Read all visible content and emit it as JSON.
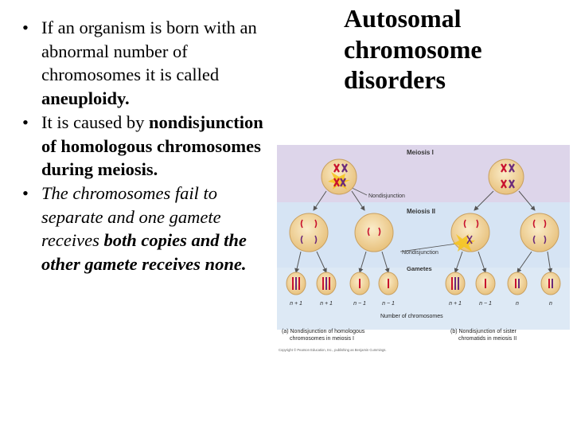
{
  "slide": {
    "title": "Autosomal chromosome disorders",
    "bullets": [
      {
        "segments": [
          {
            "text": "If an organism is born with an abnormal number of chromosomes it is called ",
            "bold": false,
            "italic": false
          },
          {
            "text": "aneuploidy.",
            "bold": true,
            "italic": false
          }
        ]
      },
      {
        "segments": [
          {
            "text": "It is caused by ",
            "bold": false,
            "italic": false
          },
          {
            "text": "nondisjunction of homologous chromosomes during meiosis.",
            "bold": true,
            "italic": false
          }
        ]
      },
      {
        "segments": [
          {
            "text": "The chromosomes fail to separate and one gamete receives ",
            "bold": false,
            "italic": true
          },
          {
            "text": "both copies and the other gamete receives none.",
            "bold": true,
            "italic": true
          }
        ]
      }
    ]
  },
  "figure": {
    "meiosis1_label": "Meiosis I",
    "meiosis2_label": "Meiosis II",
    "nondisjunction_label_1": "Nondisjunction",
    "nondisjunction_label_2": "Nondisjunction",
    "gametes_label": "Gametes",
    "number_of_chromosomes_label": "Number of chromosomes",
    "gamete_counts": [
      "n + 1",
      "n + 1",
      "n − 1",
      "n − 1",
      "n + 1",
      "n − 1",
      "n",
      "n"
    ],
    "caption_a_line1": "(a) Nondisjunction of homologous",
    "caption_a_line2": "chromosomes in meiosis I",
    "caption_b_line1": "(b) Nondisjunction of sister",
    "caption_b_line2": "chromatids in meiosis II",
    "copyright": "Copyright © Pearson Education, Inc., publishing as Benjamin Cummings.",
    "colors": {
      "meiosis1_band": "#ddd5ea",
      "meiosis2_band": "#d6e4f4",
      "cell_fill": "#f3d9a3",
      "chromosome_red": "#c8102e",
      "chromosome_purple": "#6b2a7a",
      "burst": "#f6c41a",
      "arrow": "#555555"
    }
  }
}
